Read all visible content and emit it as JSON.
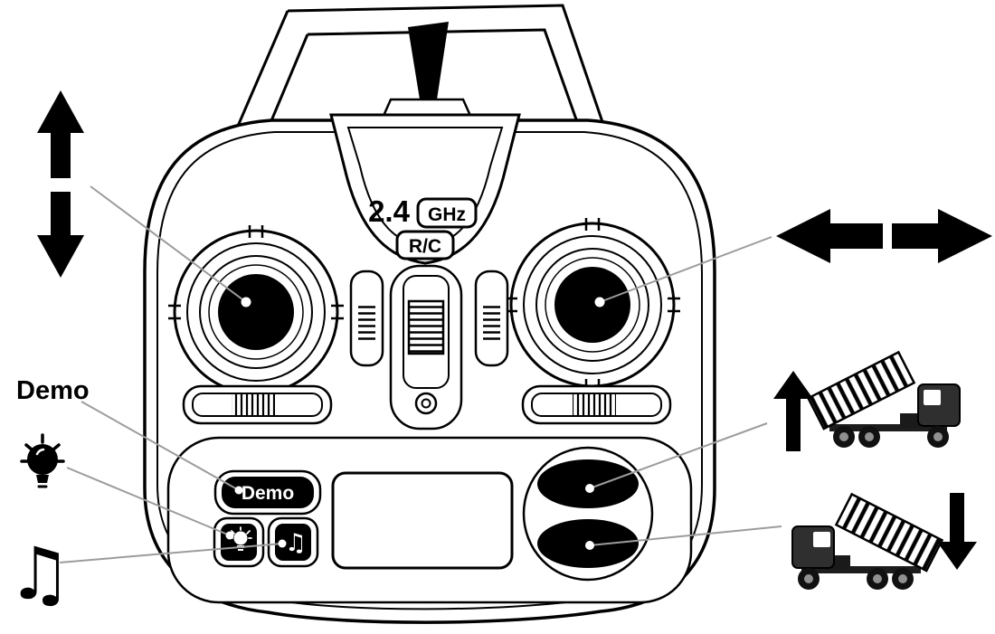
{
  "diagram": {
    "frequency_value": "2.4",
    "frequency_unit": "GHz",
    "band_label": "R/C",
    "demo_callout_label": "Demo",
    "demo_button_label": "Demo"
  },
  "icons": {
    "music_note_glyph": "♫"
  },
  "colors": {
    "ink": "#000000",
    "background": "#ffffff",
    "callout_line": "#9c9c9c"
  }
}
